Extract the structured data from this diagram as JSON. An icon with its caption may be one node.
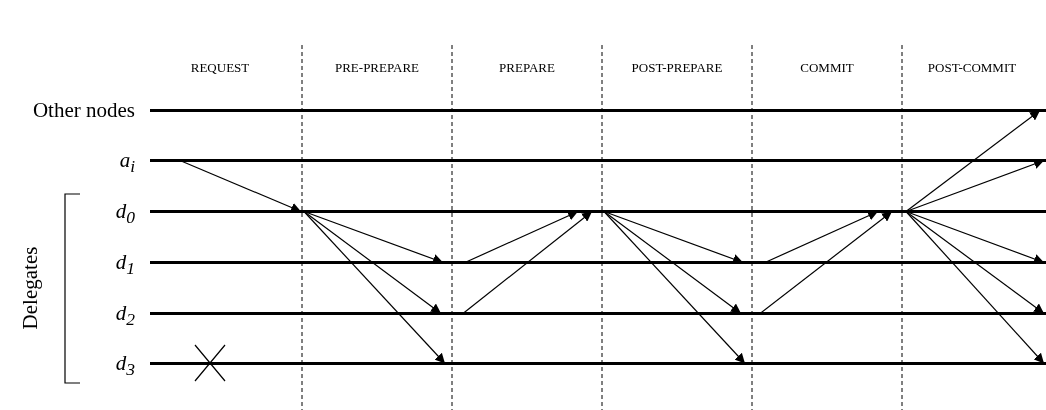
{
  "diagram": {
    "nodes": [
      {
        "text": [
          "Other nodes"
        ]
      },
      {
        "text": [
          "a$_{i}$"
        ]
      },
      {
        "text": [
          "d$_{0}$"
        ]
      },
      {
        "text": [
          "d$_{1}$"
        ]
      },
      {
        "text": [
          "d$_{2}$"
        ]
      },
      {
        "text": [
          "d$_{3}$"
        ]
      }
    ],
    "edges": [
      {
        "from": 1,
        "to": 2,
        "arrow": "to"
      },
      {
        "from": 2,
        "to": 3,
        "arrow": "to"
      },
      {
        "from": 2,
        "to": 4,
        "arrow": "to"
      },
      {
        "from": 2,
        "to": 5,
        "arrow": "to"
      },
      {
        "from": 3,
        "to": 2,
        "arrow": "to"
      },
      {
        "from": 4,
        "to": 2,
        "arrow": "to"
      },
      {
        "from": 2,
        "to": 3,
        "arrow": "to"
      },
      {
        "from": 2,
        "to": 4,
        "arrow": "to"
      },
      {
        "from": 2,
        "to": 5,
        "arrow": "to"
      },
      {
        "from": 3,
        "to": 2,
        "arrow": "to"
      },
      {
        "from": 4,
        "to": 2,
        "arrow": "to"
      },
      {
        "from": 2,
        "to": 0,
        "arrow": "to"
      },
      {
        "from": 2,
        "to": 1,
        "arrow": "to"
      },
      {
        "from": 2,
        "to": 3,
        "arrow": "to"
      },
      {
        "from": 2,
        "to": 4,
        "arrow": "to"
      },
      {
        "from": 2,
        "to": 5,
        "arrow": "to"
      }
    ],
    "labels": [
      "REQUEST",
      "PRE-PREPARE",
      "PREPARE",
      "POST-PREPARE",
      "COMMIT",
      "POST-COMMIT",
      "Delegates"
    ]
  }
}
